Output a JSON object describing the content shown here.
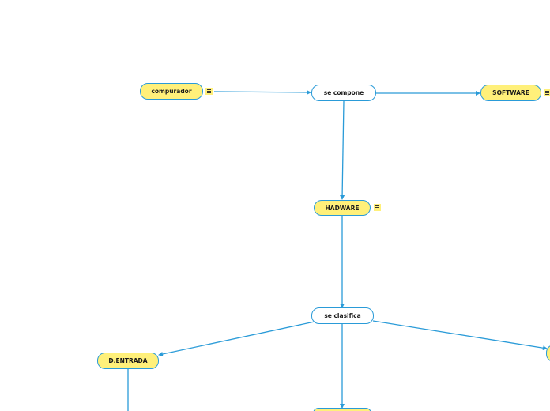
{
  "nodes": {
    "compurador": {
      "label": "compurador",
      "has_note": true
    },
    "se_compone": {
      "label": "se compone"
    },
    "software": {
      "label": "SOFTWARE",
      "has_note": true
    },
    "hadware": {
      "label": "HADWARE",
      "has_note": true
    },
    "se_clasifica": {
      "label": "se clasifica"
    },
    "d_entrada": {
      "label": "D.ENTRADA"
    }
  },
  "colors": {
    "edge": "#2a9bd8",
    "node_fill": "#fff07a",
    "link_fill": "#ffffff"
  },
  "icons": {
    "note": "note-icon"
  }
}
